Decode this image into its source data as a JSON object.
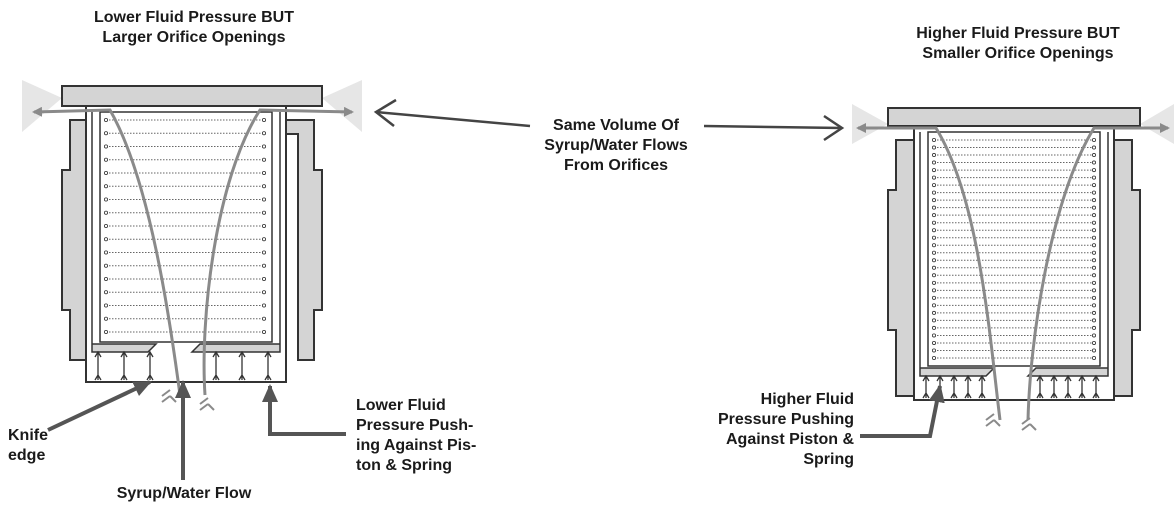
{
  "left_unit": {
    "title_lines": [
      "Lower Fluid Pressure BUT",
      "Larger Orifice Openings"
    ],
    "knife_label_lines": [
      "Knife",
      "edge"
    ],
    "flow_label": "Syrup/Water Flow",
    "pressure_label_lines": [
      "Lower Fluid",
      "Pressure Push-",
      "ing Against Pis-",
      "ton & Spring"
    ]
  },
  "right_unit": {
    "title_lines": [
      "Higher Fluid Pressure BUT",
      "Smaller Orifice Openings"
    ],
    "pressure_label_lines": [
      "Higher Fluid",
      "Pressure Pushing",
      "Against Piston &",
      "Spring"
    ]
  },
  "center_label_lines": [
    "Same Volume Of",
    "Syrup/Water Flows",
    "From Orifices"
  ],
  "colors": {
    "body_fill": "#d4d4d4",
    "outline": "#333333",
    "arrow_gray": "#8a8a8a",
    "spray": "#e6e6e6",
    "text": "#1a1a1a"
  }
}
